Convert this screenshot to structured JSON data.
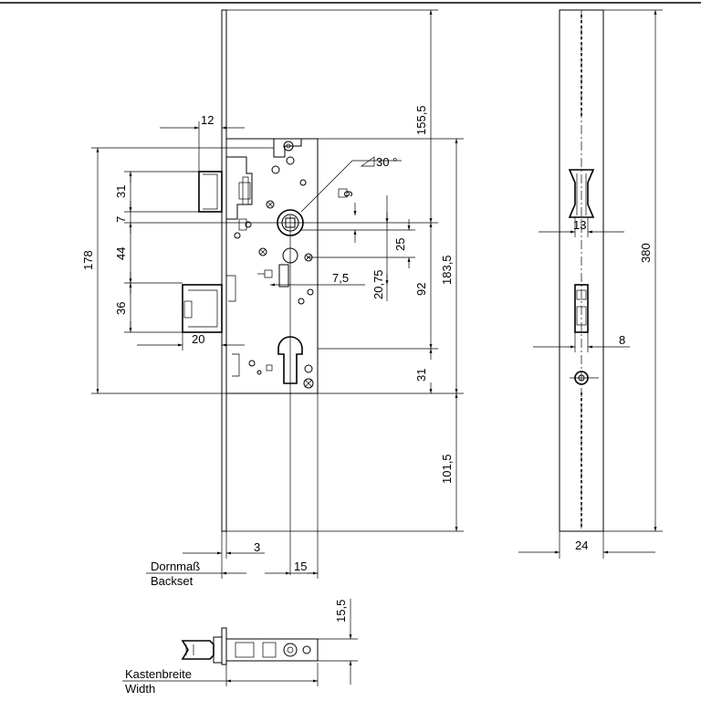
{
  "dimensions": {
    "d_12": "12",
    "d_30deg": "30 °",
    "d_sq9": "9",
    "d_155_5": "155,5",
    "d_178": "178",
    "d_183_5": "183,5",
    "d_31_top": "31",
    "d_7": "7",
    "d_44": "44",
    "d_36": "36",
    "d_25": "25",
    "d_7_5": "7,5",
    "d_20_75": "20,75",
    "d_92": "92",
    "d_20": "20",
    "d_31_bottom": "31",
    "d_101_5": "101,5",
    "d_3": "3",
    "d_15": "15",
    "d_13": "13",
    "d_380": "380",
    "d_8": "8",
    "d_24": "24",
    "d_15_5": "15,5"
  },
  "labels": {
    "backset_de": "Dornmaß",
    "backset_en": "Backset",
    "case_width_de": "Kastenbreite",
    "case_width_en": "Width"
  }
}
